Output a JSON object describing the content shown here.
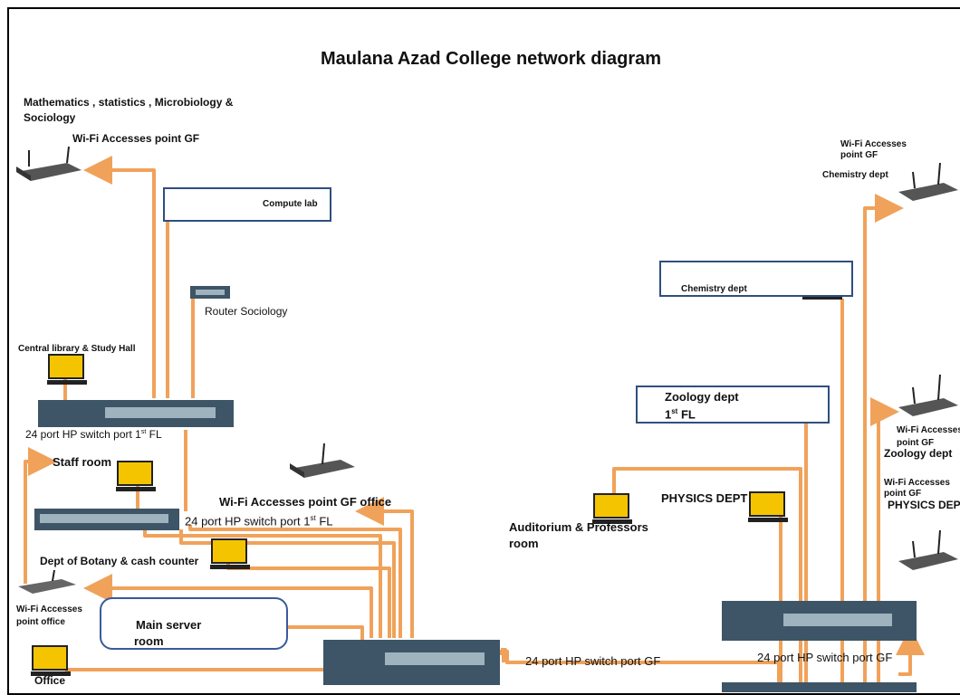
{
  "title": "Maulana Azad College network diagram",
  "labels": {
    "math_dept": "Mathematics , statistics , Microbiology &",
    "math_dept_2": "Sociology",
    "wifi_gf": "Wi-Fi Accesses point  GF",
    "compute_lab": "Compute lab",
    "router_sociology": "Router  Sociology",
    "central_library": "Central library & Study Hall",
    "switch_1fl_a": "24 port HP switch port  1",
    "switch_1fl_a_suffix": "st",
    "switch_1fl_a_end": " FL",
    "staff_room": "Staff room",
    "wifi_gf_office": "Wi-Fi Accesses point  GF office",
    "switch_1fl_b": "24 port HP switch port  1",
    "switch_1fl_b_suffix": "st",
    "switch_1fl_b_end": " FL",
    "botany": "Dept of Botany & cash counter",
    "wifi_office_1": "Wi-Fi Accesses",
    "wifi_office_2": "point office",
    "main_server_1": "Main server",
    "main_server_2": "room",
    "office": "Office",
    "switch_gf_center": "24 port HP switch port GF",
    "chem_wifi_1": "Wi-Fi Accesses",
    "chem_wifi_2": "point  GF",
    "chem_wifi_3": "Chemistry  dept",
    "chem_dept": "Chemistry  dept",
    "zoology_1": "Zoology  dept",
    "zoology_2": "1",
    "zoology_2_suffix": "st",
    "zoology_2_end": " FL",
    "zoo_wifi_1": "Wi-Fi Accesses",
    "zoo_wifi_2": "point  GF",
    "zoo_wifi_3": "Zoology dept",
    "physics_dept": "PHYSICS DEPT",
    "auditorium_1": "Auditorium &  Professors",
    "auditorium_2": "room",
    "phys_wifi_1": "Wi-Fi Accesses",
    "phys_wifi_2": "point  GF",
    "phys_wifi_3": "PHYSICS DEPT",
    "switch_gf_right": "24 port HP switch port GF"
  },
  "colors": {
    "cable": "#f0a25a",
    "box_border": "#2f4f7f",
    "switch": "#3d5566",
    "monitor": "#f5c400"
  }
}
